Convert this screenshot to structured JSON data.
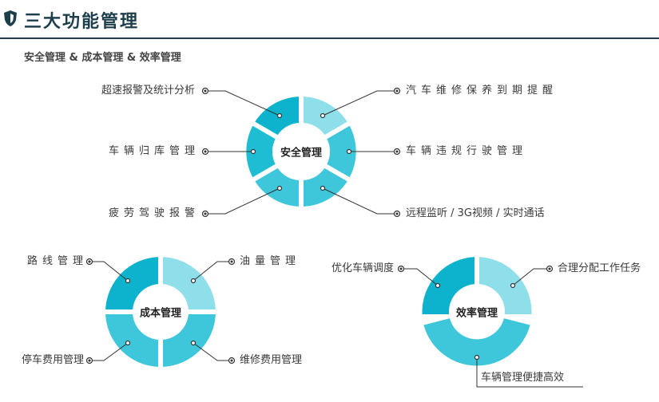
{
  "header": {
    "title": "三大功能管理",
    "subtitle": "安全管理 & 成本管理 & 效率管理"
  },
  "colors": {
    "dark": "#1d3f4c",
    "teal_deep": "#0db3cc",
    "teal_mid": "#3ec6da",
    "teal_light": "#8edfea"
  },
  "icons": {
    "header": "shield-icon"
  },
  "safety": {
    "center": "安全管理",
    "left": [
      "超速报警及统计分析",
      "车辆归库管理",
      "疲劳驾驶报警"
    ],
    "right": [
      "汽车维修保养到期提醒",
      "车辆违规行驶管理",
      "远程监听 / 3G视频 / 实时通话"
    ]
  },
  "cost": {
    "center": "成本管理",
    "items": [
      "路线管理",
      "油量管理",
      "停车费用管理",
      "维修费用管理"
    ]
  },
  "efficiency": {
    "center": "效率管理",
    "items": [
      "优化车辆调度",
      "合理分配工作任务",
      "车辆管理便捷高效"
    ]
  }
}
